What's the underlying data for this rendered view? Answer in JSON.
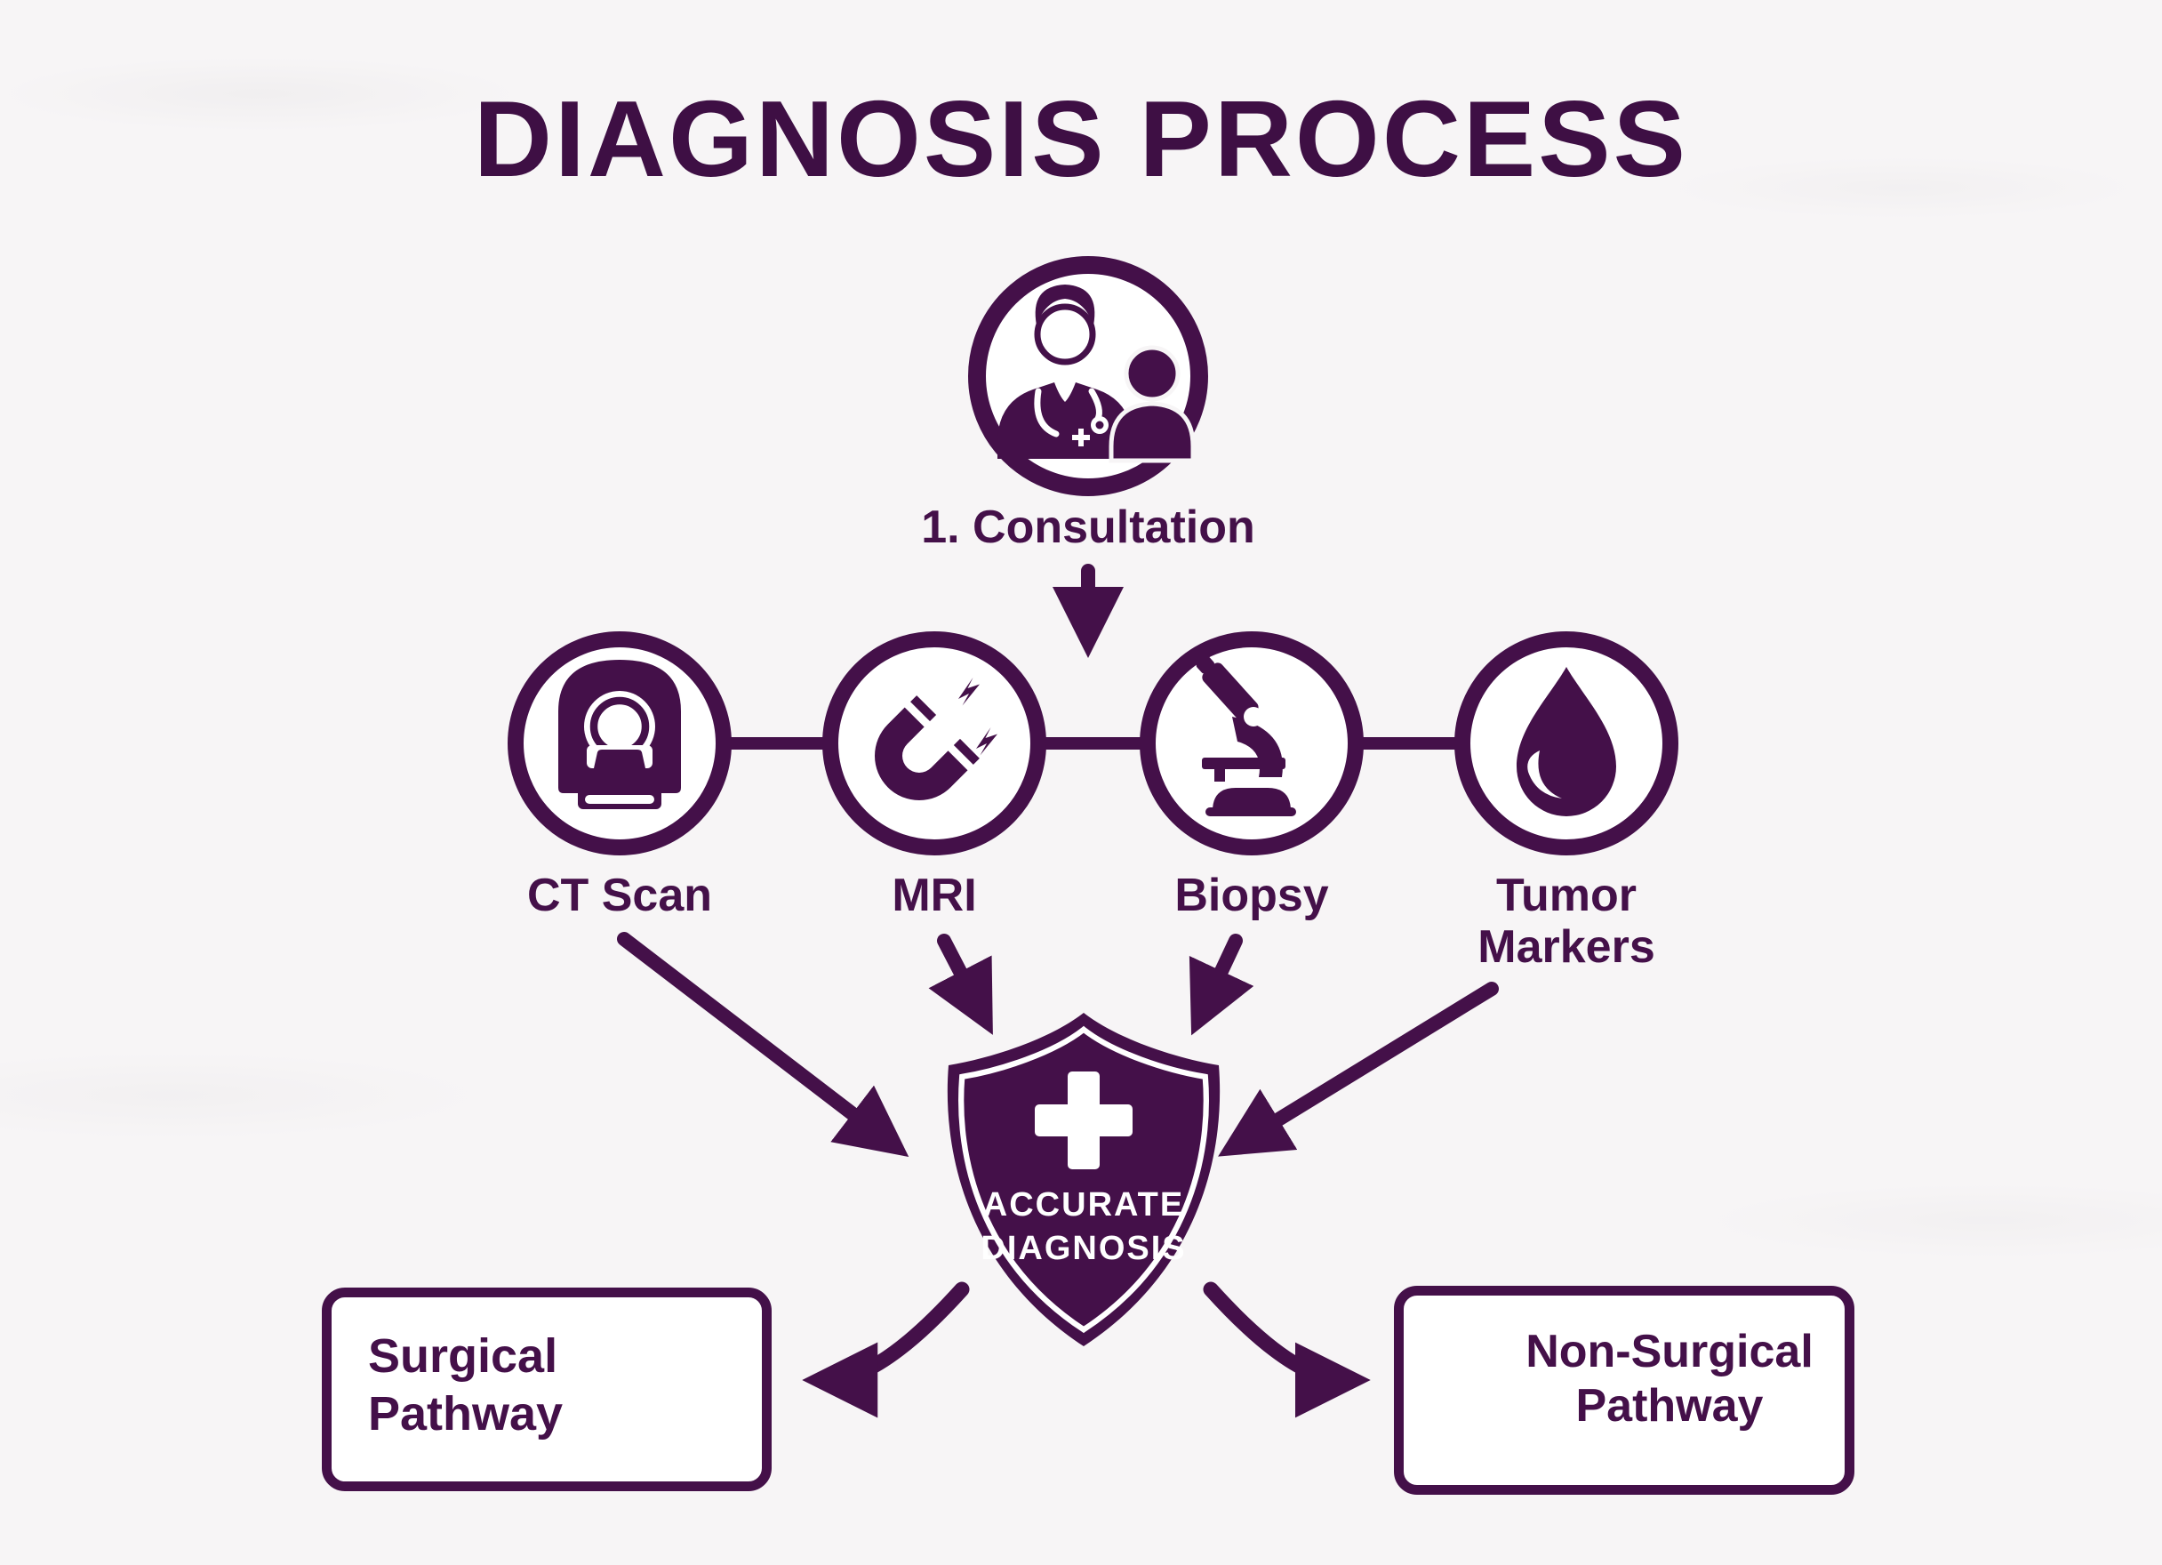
{
  "title": "DIAGNOSIS PROCESS",
  "colors": {
    "primary": "#441049",
    "title": "#3E0F44",
    "background": "#F7F5F6",
    "shield_text": "#FFFFFF"
  },
  "consultation": {
    "label": "1. Consultation",
    "icon": "doctor-patient-icon"
  },
  "tests": [
    {
      "label": "CT Scan",
      "icon": "ct-scanner-icon"
    },
    {
      "label": "MRI",
      "icon": "magnet-icon"
    },
    {
      "label": "Biopsy",
      "icon": "microscope-icon"
    },
    {
      "label": "Tumor\nMarkers",
      "icon": "blood-drop-icon"
    }
  ],
  "diagnosis": {
    "label": "ACCURATE\nDIAGNOSIS",
    "icon": "shield-cross-icon"
  },
  "pathways": [
    {
      "label": "Surgical\nPathway",
      "icon": "operating-table-icon"
    },
    {
      "label": "Non-Surgical\nPathway",
      "icon": "pill-bottle-icon"
    }
  ]
}
